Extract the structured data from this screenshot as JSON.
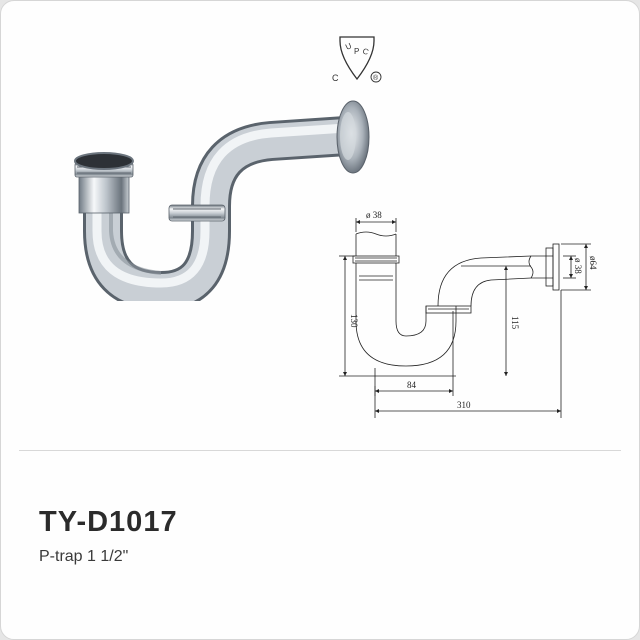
{
  "certification": {
    "letters": [
      "U",
      "P",
      "C"
    ],
    "c_mark": "C",
    "r_mark": "®",
    "icon": "upc-certification-icon"
  },
  "drawing": {
    "dims": {
      "inlet_dia": "ø 38",
      "outlet_flange_dia": "ø64",
      "outlet_dia": "ø 38",
      "height_total": "130",
      "height_outlet": "115",
      "offset": "84",
      "length_total": "310"
    }
  },
  "product": {
    "code": "TY-D1017",
    "name": "P-trap 1 1/2\""
  },
  "colors": {
    "chrome_dark": "#5c6670",
    "chrome_light": "#f4f6f8",
    "text": "#2b2b2b"
  }
}
